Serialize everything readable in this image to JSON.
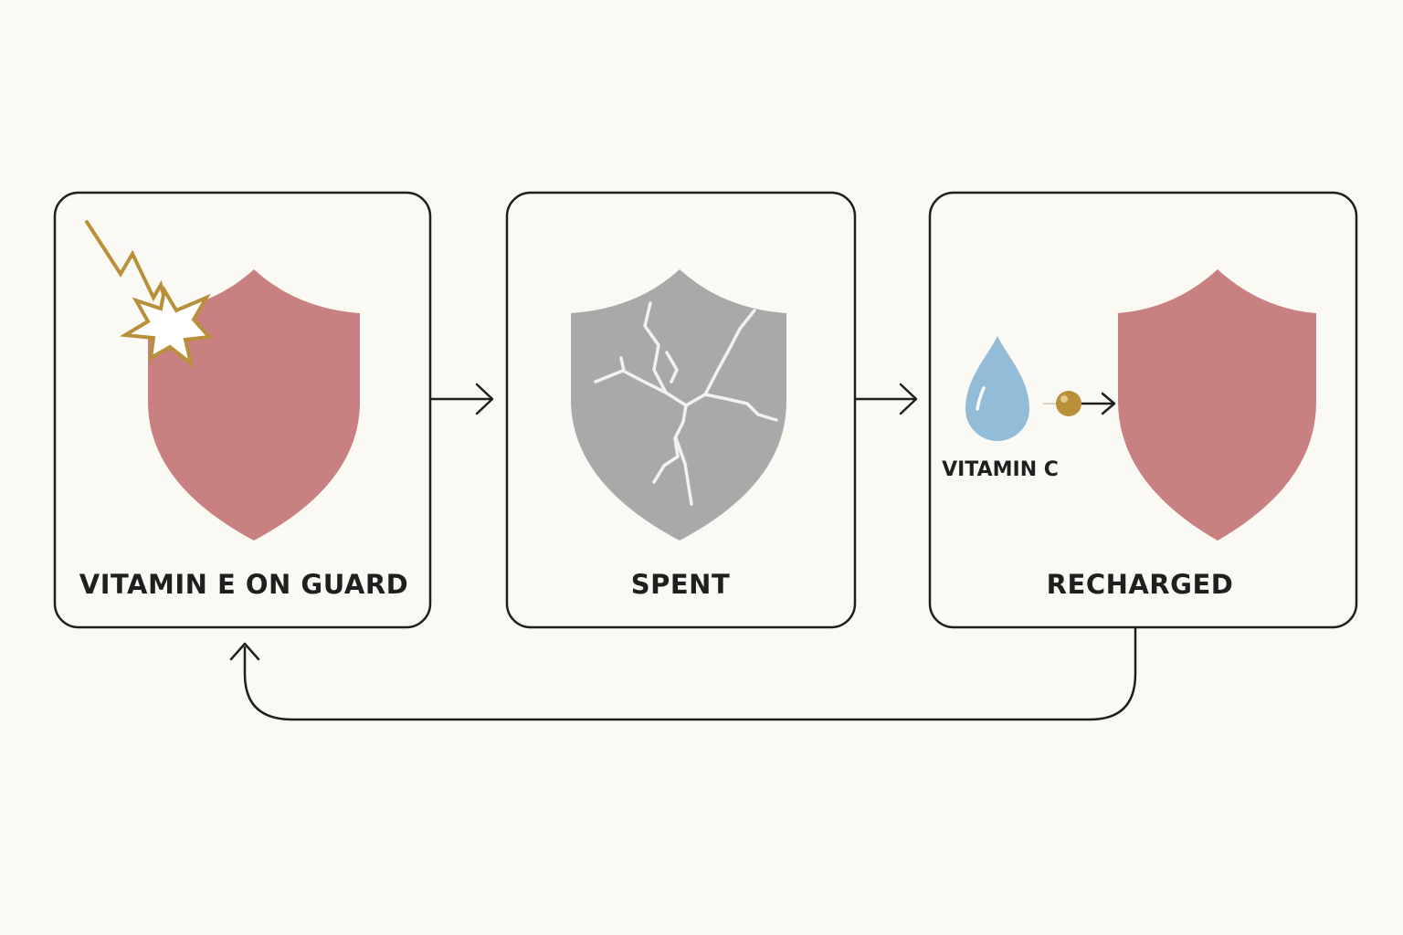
{
  "panels": [
    {
      "label": "VITAMIN E ON GUARD"
    },
    {
      "label": "SPENT"
    },
    {
      "label": "RECHARGED",
      "donor_label": "VITAMIN C"
    }
  ],
  "colors": {
    "background": "#fbf9f4",
    "outline": "#1f1f1f",
    "shield_active": "#c98080",
    "shield_spent": "#a9a9a9",
    "crack": "#f4f2ee",
    "spark": "#b8903a",
    "water_drop": "#93bcd8",
    "electron": "#b8903a"
  },
  "icons": {
    "panel_1": [
      "lightning-bolt-icon",
      "starburst-icon",
      "shield-icon"
    ],
    "panel_2": [
      "cracked-shield-icon"
    ],
    "panel_3": [
      "water-drop-icon",
      "electron-icon",
      "shield-icon"
    ]
  }
}
